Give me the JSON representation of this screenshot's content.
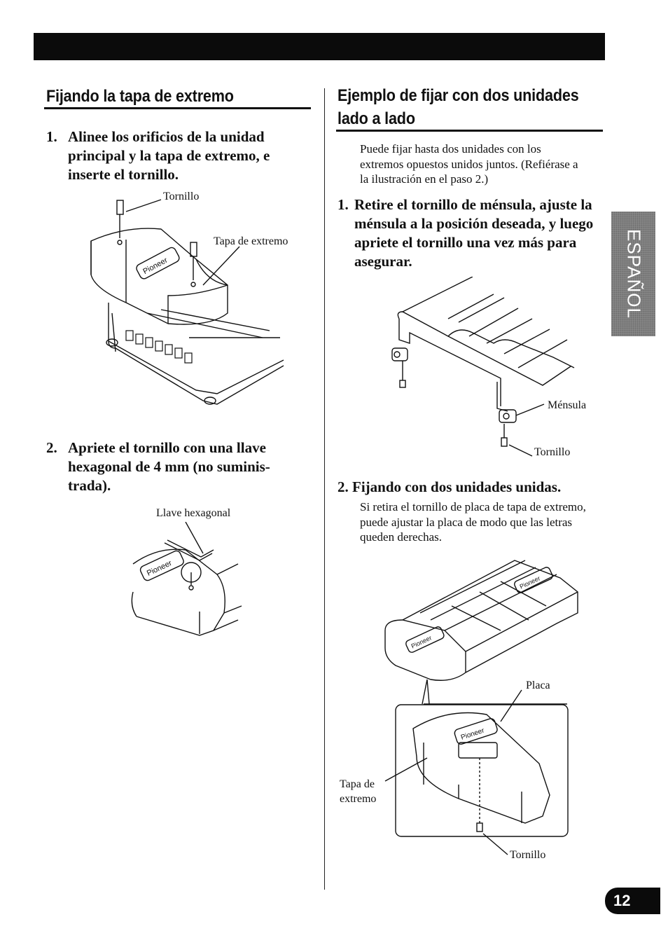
{
  "left": {
    "title": "Fijando la tapa de extremo",
    "step1": {
      "number": "1.",
      "text": "Alinee los orificios de la unidad principal y la tapa de extremo, e inserte el tornillo."
    },
    "fig1": {
      "label_screw": "Tornillo",
      "label_cap": "Tapa de extremo"
    },
    "step2": {
      "number": "2.",
      "text": "Apriete el tornillo con una llave hexagonal de 4 mm (no suminis-trada)."
    },
    "fig2": {
      "label_key": "Llave hexagonal"
    }
  },
  "right": {
    "title_line1": "Ejemplo de fijar con dos unidades",
    "title_line2": "lado a lado",
    "intro": "Puede fijar hasta dos unidades con los extremos opuestos unidos juntos. (Refiérase a la ilustración en el paso 2.)",
    "step1": {
      "number": "1.",
      "text": "Retire el tornillo de ménsula, ajuste la ménsula a la posición deseada, y luego apriete el tornillo una vez más para asegurar."
    },
    "fig3": {
      "label_bracket": "Ménsula",
      "label_screw": "Tornillo"
    },
    "step2": {
      "heading": "2. Fijando con dos unidades unidas."
    },
    "step2_text": "Si retira el tornillo de placa de tapa de extremo, puede ajustar la placa de modo que las letras queden derechas.",
    "fig4": {
      "label_plate": "Placa",
      "label_cap_line1": "Tapa de",
      "label_cap_line2": "extremo",
      "label_screw": "Tornillo"
    }
  },
  "side_tab": {
    "text": "ESPAÑOL"
  },
  "page_number": "12"
}
